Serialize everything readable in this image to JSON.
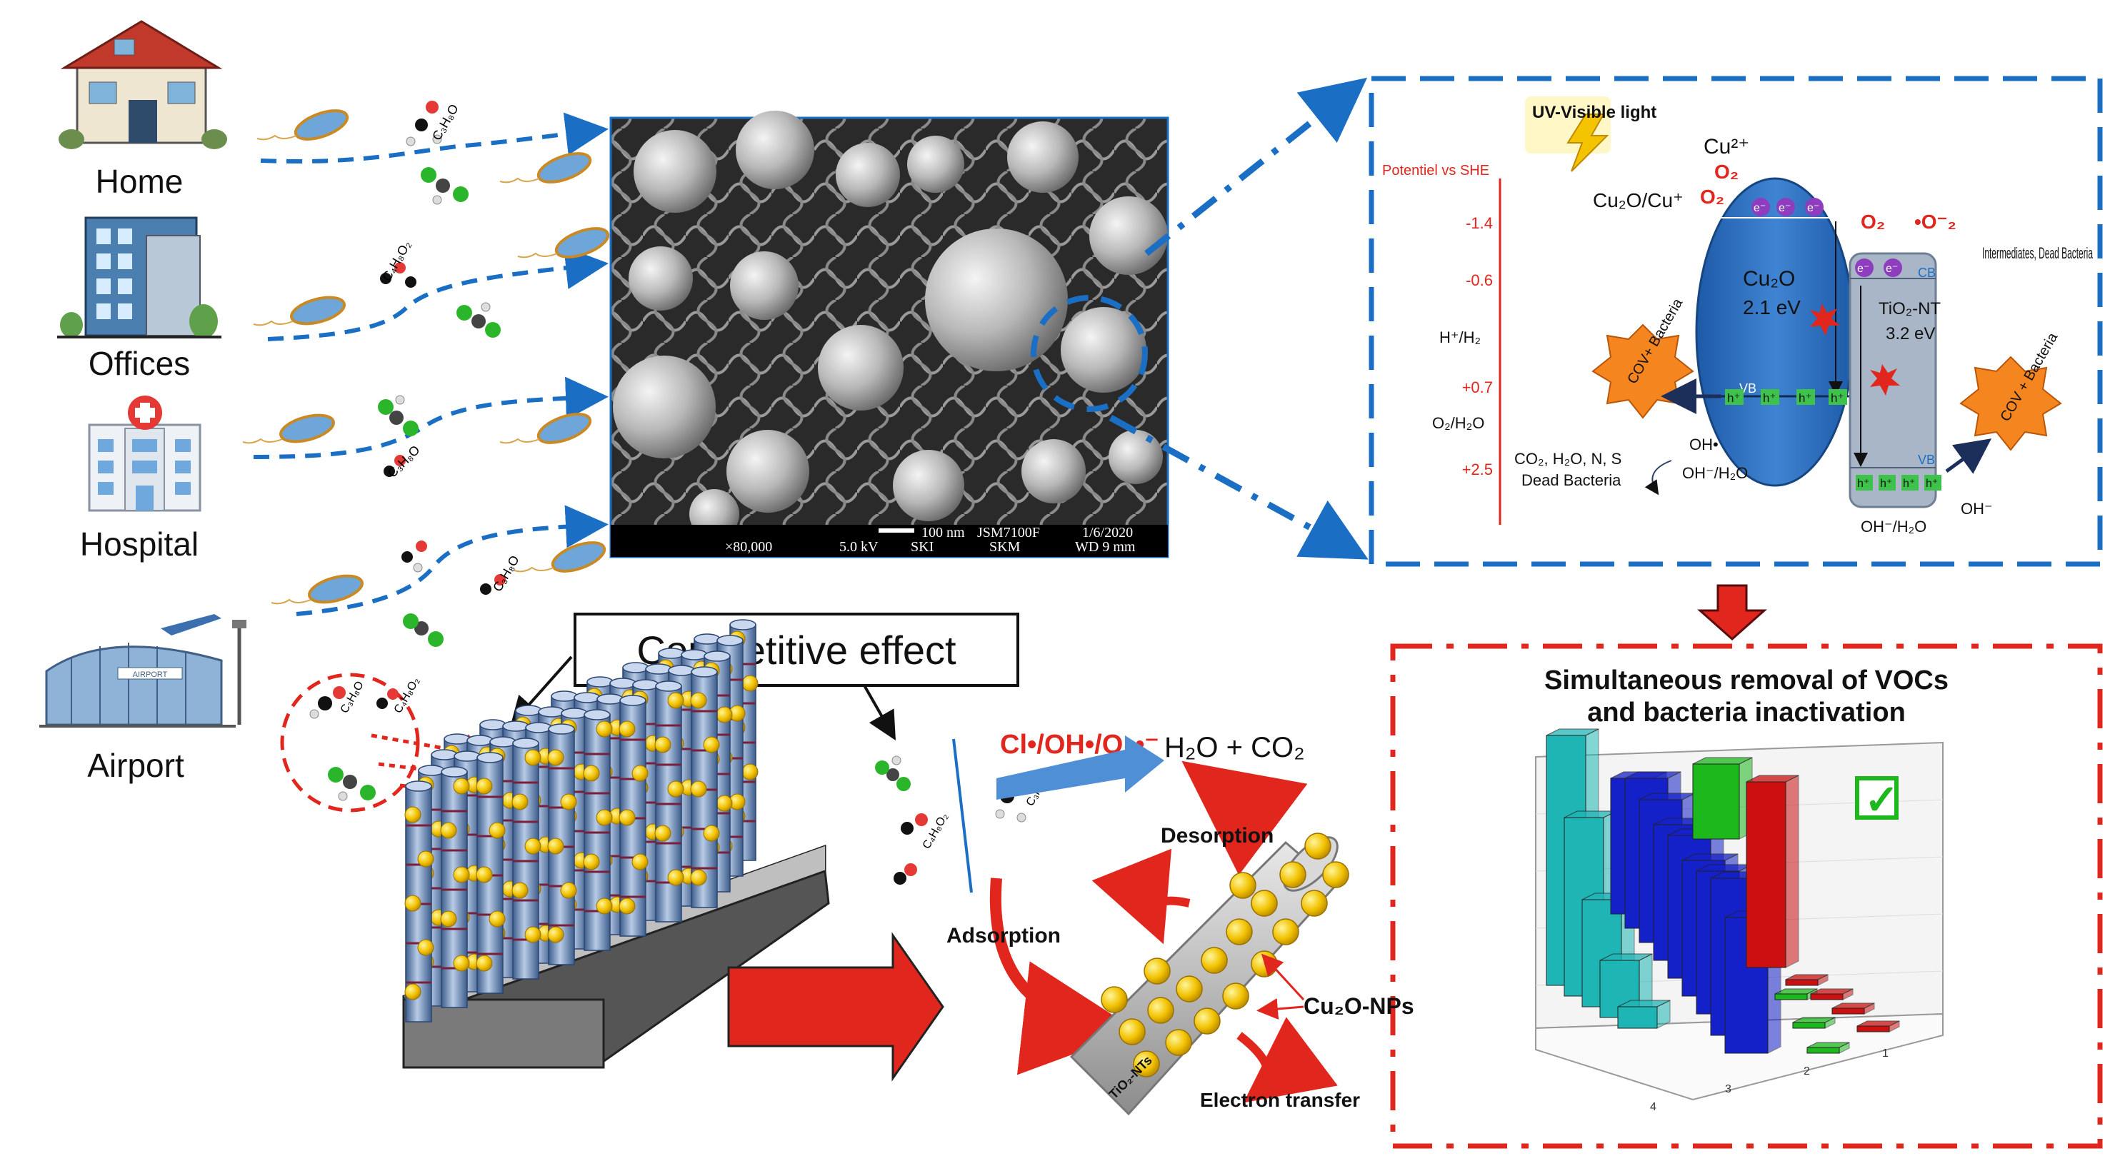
{
  "locations": [
    {
      "label": "Home",
      "icon": "house-icon"
    },
    {
      "label": "Offices",
      "icon": "office-building-icon"
    },
    {
      "label": "Hospital",
      "icon": "hospital-icon"
    },
    {
      "label": "Airport",
      "icon": "airport-icon"
    }
  ],
  "molecules": {
    "c3h8o": "C₃H₈O",
    "c4h8o2": "C₄H₈O₂"
  },
  "sem": {
    "magnification": "×80,000",
    "voltage": "5.0 kV",
    "scale": "100 nm",
    "instrument": "JSM7100F",
    "lab": "SKI",
    "operator": "SKM",
    "date": "1/6/2020",
    "wd": "WD 9 mm"
  },
  "competitive": {
    "label": "Competitive effect"
  },
  "mechanism": {
    "radicals": "Cl•/OH•/O₂•⁻",
    "products": "H₂O + CO₂",
    "desorption": "Desorption",
    "adsorption": "Adsorption",
    "nps_label": "Cu₂O-NPs",
    "nts_label": "TiO₂-NTs",
    "electron_transfer": "Electron transfer"
  },
  "band": {
    "axis_title": "Potentiel vs SHE",
    "ticks": [
      "-1.4",
      "-0.6",
      "+0.7",
      "+2.5"
    ],
    "refs": [
      "H⁺/H₂",
      "O₂/H₂O"
    ],
    "uv_label": "UV-Visible light",
    "cu2plus": "Cu²⁺",
    "o2_top": "O₂",
    "redox_pair": "Cu₂O/Cu⁺",
    "o2_left": "O₂",
    "cu2o_name": "Cu₂O",
    "cu2o_gap": "2.1 eV",
    "tio2_name": "TiO₂-NT",
    "tio2_gap": "3.2 eV",
    "cb": "CB",
    "vb": "VB",
    "o2_right": "O₂",
    "superoxide": "•O⁻₂",
    "intermediates": "Intermediates, Dead Bacteria",
    "cov_left": "COV+ Bacteria",
    "cov_right": "COV + Bacteria",
    "products_left_1": "CO₂, H₂O, N, S",
    "products_left_2": "Dead Bacteria",
    "oh_rad": "OH•",
    "oh_pair_1": "OH⁻/H₂O",
    "oh_pair_2": "OH⁻/H₂O",
    "oh_minus": "OH⁻",
    "electron": "e⁻",
    "hole": "h⁺"
  },
  "result": {
    "title_1": "Simultaneous removal of VOCs",
    "title_2": "and bacteria inactivation",
    "check": "✓"
  },
  "colors": {
    "blue_dash": "#1a6fc4",
    "red_dash": "#e0261d",
    "cyan_bar": "#1fb5b5",
    "blue_bar": "#1420c8",
    "green_bar": "#1cb81c",
    "red_bar": "#cc1010"
  },
  "chart_data": {
    "type": "bar",
    "categories": [
      "1",
      "2",
      "3",
      "4"
    ],
    "values": []
  }
}
